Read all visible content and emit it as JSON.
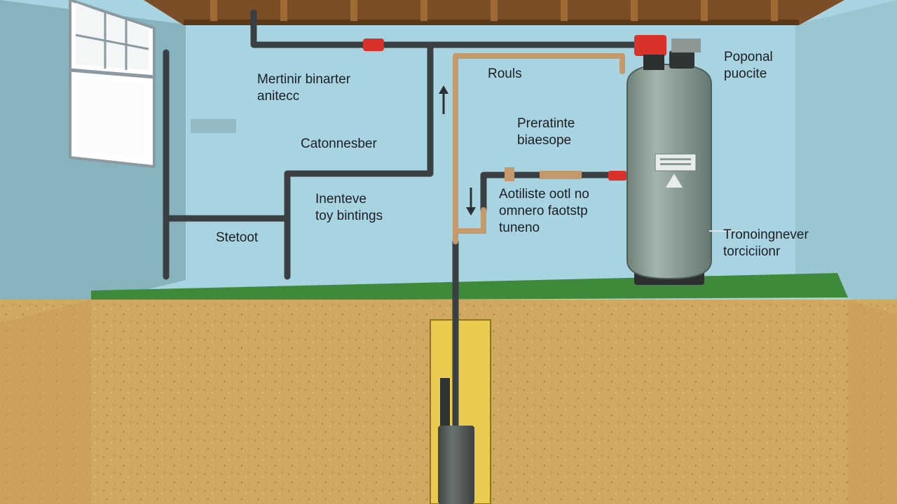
{
  "diagram": {
    "labels": {
      "top_left": [
        "Mertinir binarter",
        "anitecc"
      ],
      "top_center": "Rouls",
      "top_right": [
        "Poponal",
        "puocite"
      ],
      "mid_left": "Catonnesber",
      "mid_center": [
        "Preratinte",
        "biaesope"
      ],
      "lower_left": [
        "Inenteve",
        "toy bintings"
      ],
      "lower_center": [
        "Aotiliste ootl no",
        "omnero faotstp",
        "tuneno"
      ],
      "bottom_left": "Stetoot",
      "right_side": [
        "Tronoingnever",
        "torciciionr"
      ]
    },
    "colors": {
      "sky_wall": "#a8d3e0",
      "side_wall": "#86b3bd",
      "ceiling_joists": "#8b5a2b",
      "grass": "#3f8a3a",
      "soil": "#d1a860",
      "pipe_dark": "#3a3f42",
      "pipe_copper": "#c49a6c",
      "tank": "#8fa39a",
      "valve_red": "#d8322b",
      "well_casing": "#e8cb4f",
      "pump": "#4d5552"
    }
  }
}
